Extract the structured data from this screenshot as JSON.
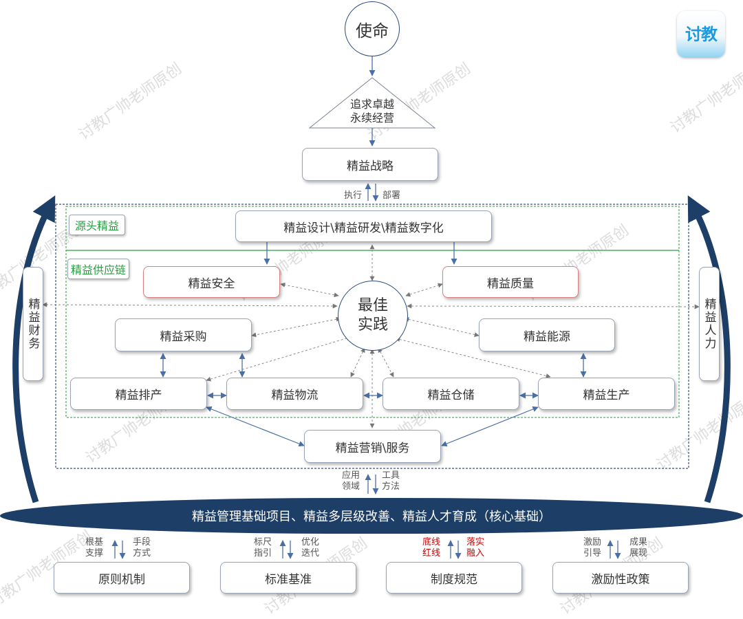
{
  "mission": "使命",
  "pursuit_line1": "追求卓越",
  "pursuit_line2": "永续经营",
  "strategy": "精益战略",
  "exec_label": "执行",
  "deploy_label": "部署",
  "source_tag": "源头精益",
  "supply_tag": "精益供应链",
  "design": "精益设计\\精益研发\\精益数字化",
  "safety": "精益安全",
  "quality": "精益质量",
  "best_line1": "最佳",
  "best_line2": "实践",
  "purchase": "精益采购",
  "energy": "精益能源",
  "scheduling": "精益排产",
  "logistics": "精益物流",
  "warehouse": "精益仓储",
  "production": "精益生产",
  "marketing": "精益营销\\服务",
  "finance": "精益财务",
  "hr": "精益人力",
  "apply_line1": "应用",
  "apply_line2": "领域",
  "tools_line1": "工具",
  "tools_line2": "方法",
  "foundation": "精益管理基础项目、精益多层级改善、精益人才育成（核心基础）",
  "bottom": [
    {
      "left1": "根基",
      "left2": "支撑",
      "right1": "手段",
      "right2": "方式",
      "box": "原则机制"
    },
    {
      "left1": "标尺",
      "left2": "指引",
      "right1": "优化",
      "right2": "迭代",
      "box": "标准基准"
    },
    {
      "left1": "底线",
      "left2": "红线",
      "right1": "落实",
      "right2": "融入",
      "box": "制度规范"
    },
    {
      "left1": "激励",
      "left2": "引导",
      "right1": "成果",
      "right2": "展现",
      "box": "激励性政策"
    }
  ],
  "logo_text": "讨教",
  "watermark": "讨教广帅老师原创",
  "colors": {
    "navy": "#1d3e66",
    "green": "#2e9a44",
    "red": "#d10000",
    "logo_blue": "#1a9be0"
  }
}
